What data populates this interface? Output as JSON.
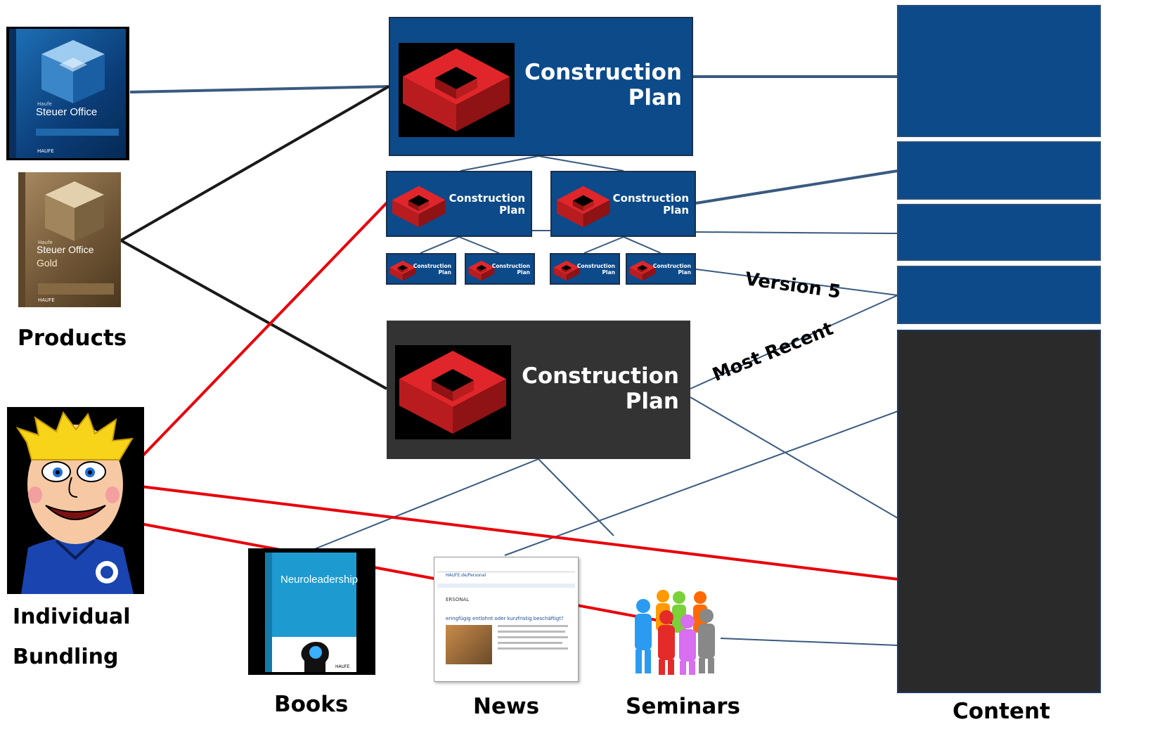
{
  "plans": {
    "top": {
      "line1": "Construction",
      "line2": "Plan"
    },
    "mid_left": {
      "line1": "Construction",
      "line2": "Plan"
    },
    "mid_right": {
      "line1": "Construction",
      "line2": "Plan"
    },
    "small_1": {
      "line1": "Construction",
      "line2": "Plan"
    },
    "small_2": {
      "line1": "Construction",
      "line2": "Plan"
    },
    "small_3": {
      "line1": "Construction",
      "line2": "Plan"
    },
    "small_4": {
      "line1": "Construction",
      "line2": "Plan"
    },
    "recent": {
      "line1": "Construction",
      "line2": "Plan"
    }
  },
  "products": {
    "label": "Products",
    "box1": {
      "brand_small": "Haufe",
      "name": "Steuer Office",
      "maker": "HAUFE"
    },
    "box2": {
      "brand_small": "Haufe",
      "name": "Steuer Office",
      "edition": "Gold",
      "maker": "HAUFE"
    }
  },
  "bundling": {
    "line1": "Individual",
    "line2": "Bundling"
  },
  "annotations": {
    "version": "Version 5",
    "recent": "Most Recent"
  },
  "media": {
    "books": {
      "label": "Books",
      "cover_title": "Neuroleadership",
      "maker": "HAUFE"
    },
    "news": {
      "label": "News",
      "site": "HAUFE.de/Personal",
      "section": "ERSONAL",
      "headline": "eringfügig entlohnt oder kurzfristig beschäftigt?"
    },
    "seminars": {
      "label": "Seminars"
    }
  },
  "content": {
    "label": "Content"
  },
  "colors": {
    "plan_blue": "#0c4a8a",
    "plan_dark": "#333333",
    "brick_red": "#e0262a",
    "connector_red": "#e8000b",
    "connector_blue": "#3a5a80",
    "connector_black": "#1a1a1a"
  }
}
